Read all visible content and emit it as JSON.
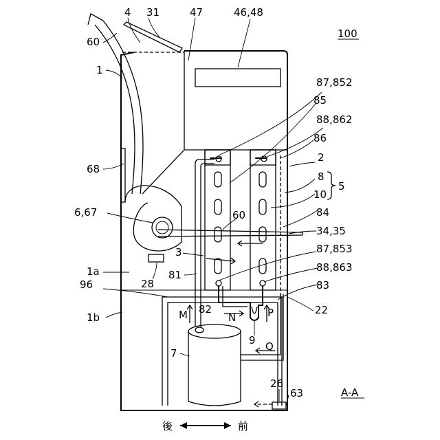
{
  "figure": {
    "ref_number": "100",
    "section": "A-A",
    "direction": {
      "left": "後",
      "right": "前"
    }
  },
  "labels": [
    "4",
    "31",
    "47",
    "46,48",
    "60",
    "1",
    "87,852",
    "85",
    "88,862",
    "86",
    "2",
    "68",
    "8",
    "10",
    "5",
    "6,67",
    "60",
    "84",
    "34,35",
    "3",
    "87,853",
    "1a",
    "28",
    "81",
    "88,863",
    "96",
    "83",
    "1b",
    "M",
    "82",
    "N",
    "P",
    "22",
    "9",
    "Q",
    "7",
    "26",
    "63"
  ]
}
